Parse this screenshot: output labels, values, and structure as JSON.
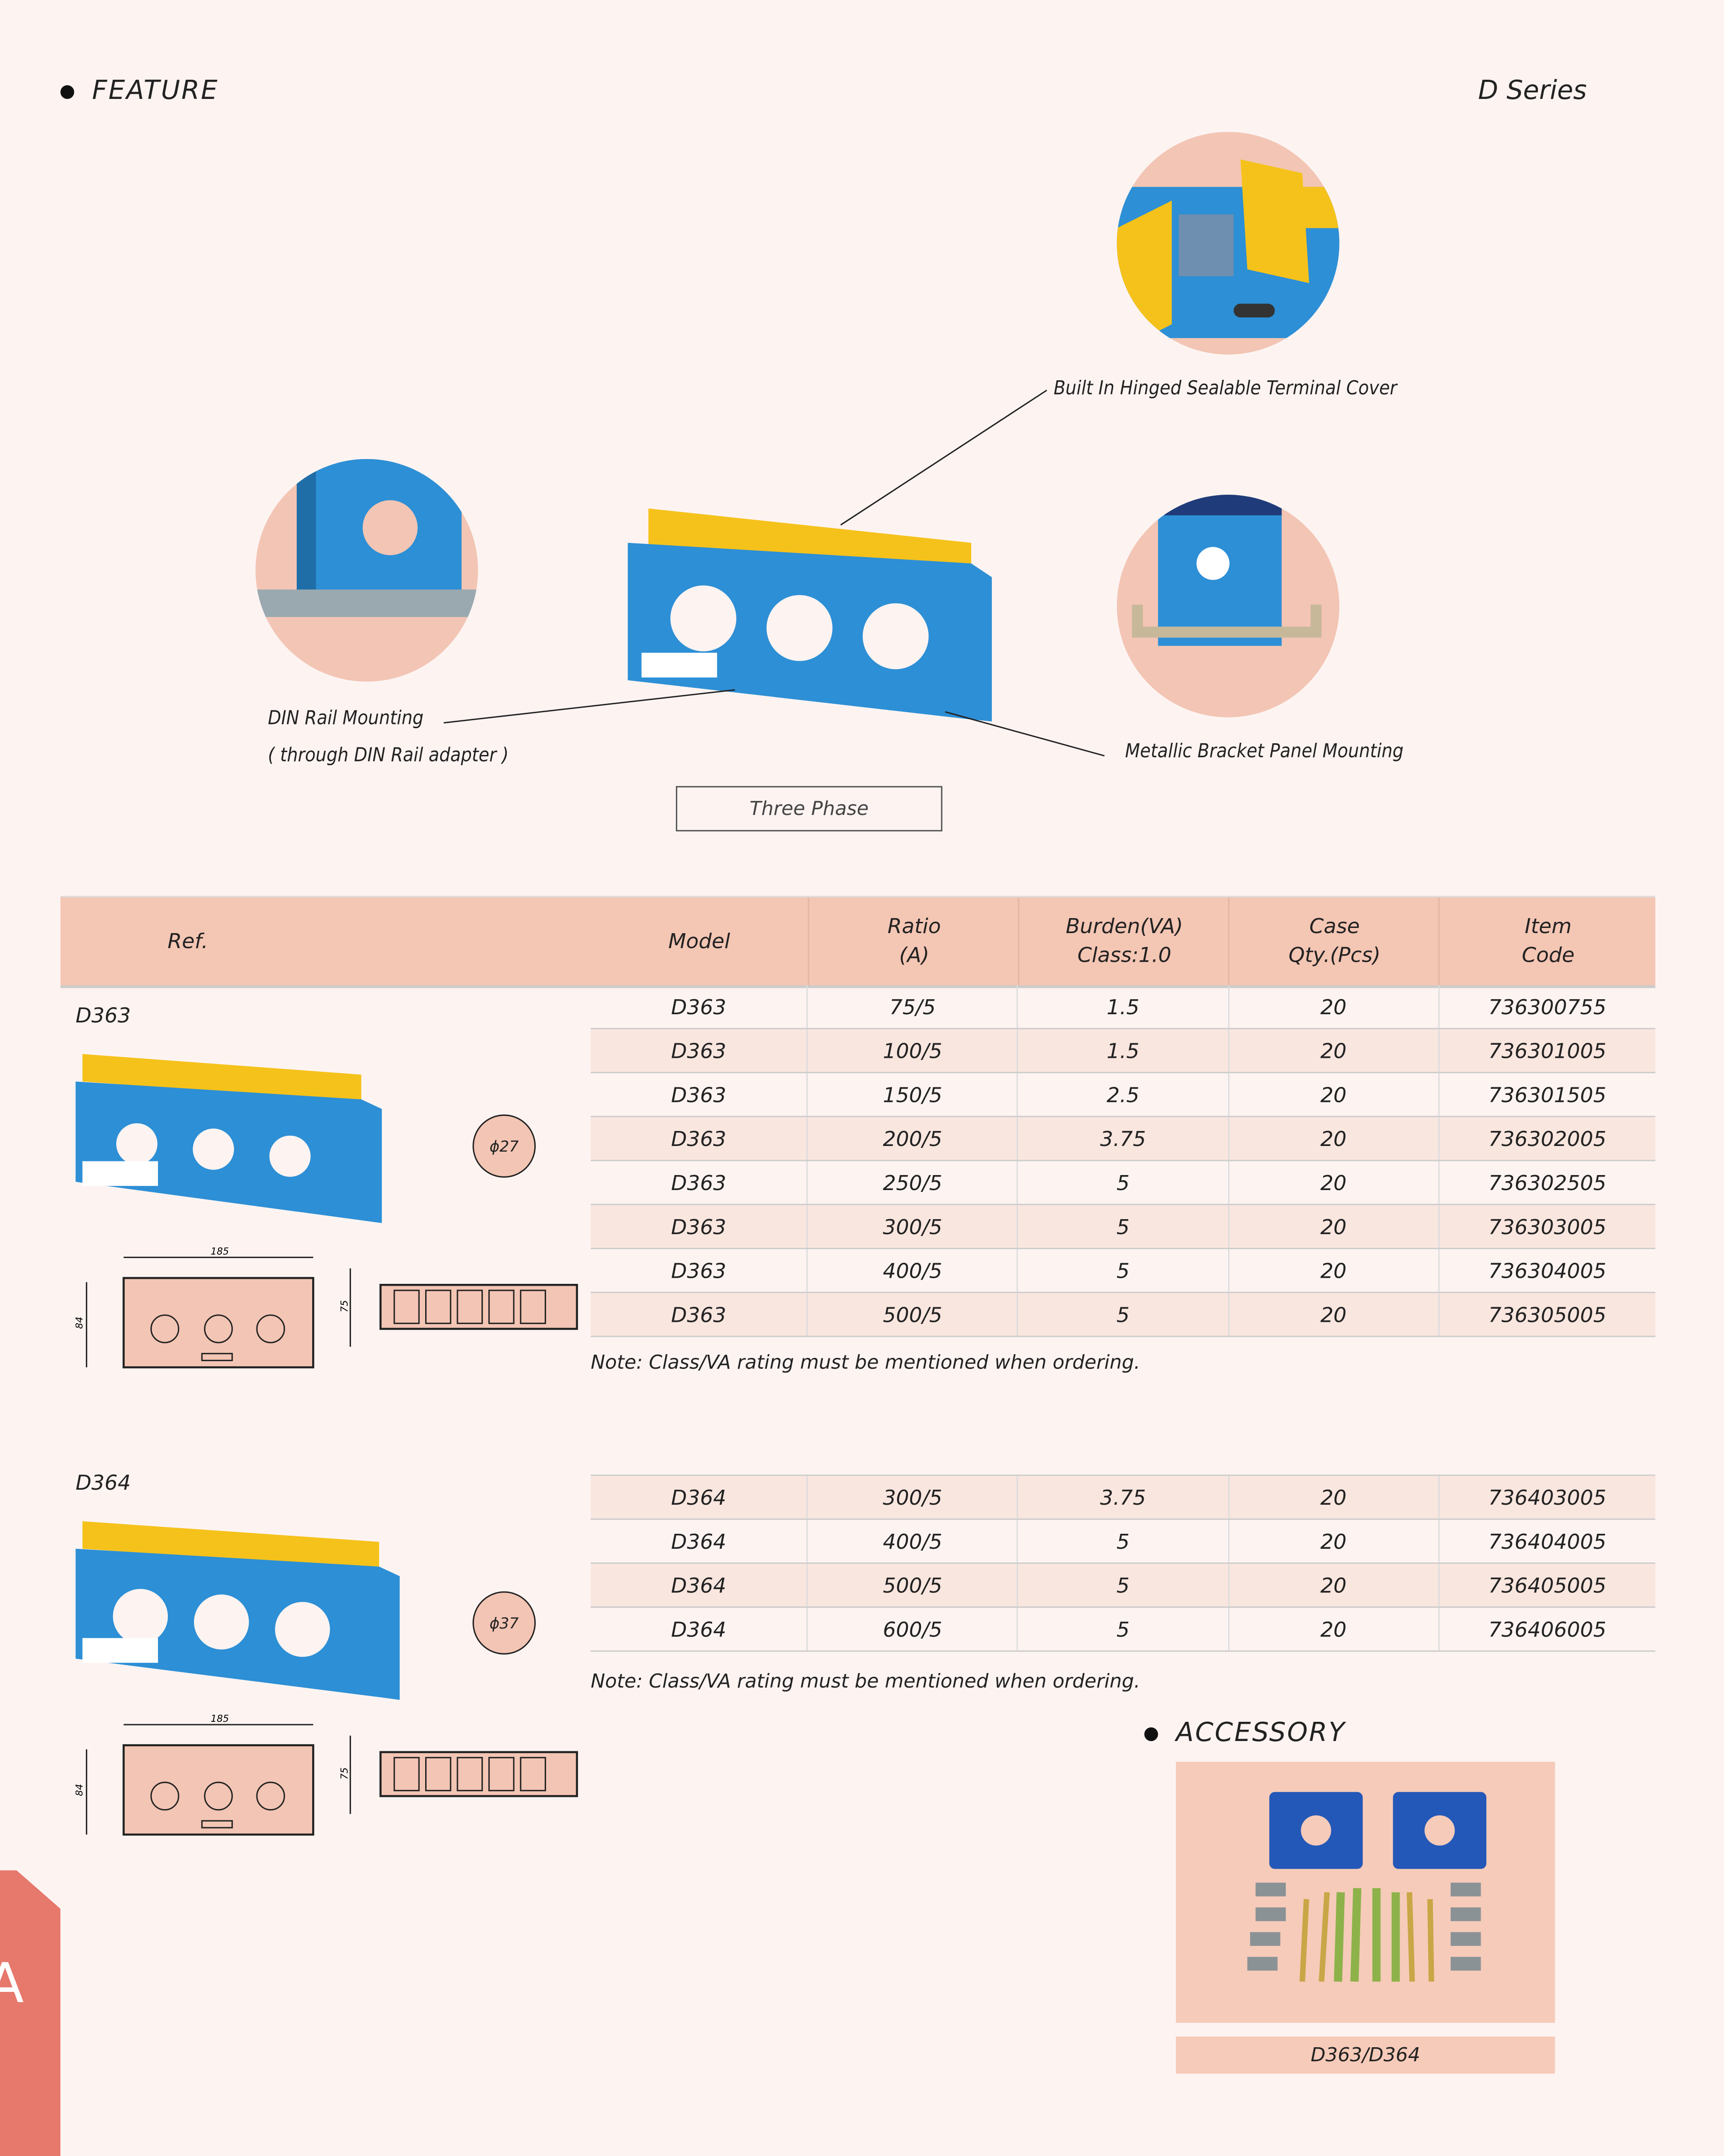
{
  "header": {
    "section": "FEATURE",
    "series": "D Series"
  },
  "features": {
    "terminal_cover": "Built In Hinged Sealable Terminal Cover",
    "din_rail": "DIN Rail Mounting",
    "din_rail_sub": "( through DIN Rail adapter )",
    "bracket": "Metallic Bracket Panel Mounting",
    "phase_label": "Three Phase"
  },
  "table": {
    "headers": {
      "ref": "Ref.",
      "model": "Model",
      "ratio": [
        "Ratio",
        "(A)"
      ],
      "burden": [
        "Burden(VA)",
        "Class:1.0"
      ],
      "case": [
        "Case",
        "Qty.(Pcs)"
      ],
      "item": [
        "Item",
        "Code"
      ]
    }
  },
  "groups": [
    {
      "ref": "D363",
      "diameter": "ϕ27",
      "width_dim": "185",
      "height_dim": "84",
      "side_dim": "75",
      "rows": [
        [
          "D363",
          "75/5",
          "1.5",
          "20",
          "736300755"
        ],
        [
          "D363",
          "100/5",
          "1.5",
          "20",
          "736301005"
        ],
        [
          "D363",
          "150/5",
          "2.5",
          "20",
          "736301505"
        ],
        [
          "D363",
          "200/5",
          "3.75",
          "20",
          "736302005"
        ],
        [
          "D363",
          "250/5",
          "5",
          "20",
          "736302505"
        ],
        [
          "D363",
          "300/5",
          "5",
          "20",
          "736303005"
        ],
        [
          "D363",
          "400/5",
          "5",
          "20",
          "736304005"
        ],
        [
          "D363",
          "500/5",
          "5",
          "20",
          "736305005"
        ]
      ],
      "note": "Note: Class/VA rating must be mentioned when ordering."
    },
    {
      "ref": "D364",
      "diameter": "ϕ37",
      "width_dim": "185",
      "height_dim": "84",
      "side_dim": "75",
      "rows": [
        [
          "D364",
          "300/5",
          "3.75",
          "20",
          "736403005"
        ],
        [
          "D364",
          "400/5",
          "5",
          "20",
          "736404005"
        ],
        [
          "D364",
          "500/5",
          "5",
          "20",
          "736405005"
        ],
        [
          "D364",
          "600/5",
          "5",
          "20",
          "736406005"
        ]
      ],
      "note": "Note: Class/VA rating must be mentioned when ordering."
    }
  ],
  "accessory": {
    "title": "ACCESSORY",
    "caption": "D363/D364"
  },
  "side_tab": {
    "letter": "A"
  },
  "colors": {
    "header_bg": "#f4c6b4",
    "row_shade": "#f9e6df",
    "product_blue": "#2d8fd5",
    "cover_yellow": "#f5c21b",
    "tab": "#e6786c"
  }
}
